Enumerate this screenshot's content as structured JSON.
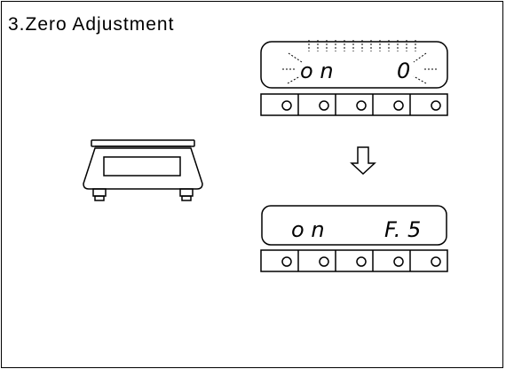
{
  "title": "3.Zero Adjustment",
  "display_before": {
    "left": "o n",
    "right": "0"
  },
  "display_after": {
    "left": "o n",
    "right": "F. 5"
  },
  "arrow_icon": "down-arrow-icon",
  "scale_icon": "weighing-scale-icon",
  "keypad_key_count": 5
}
